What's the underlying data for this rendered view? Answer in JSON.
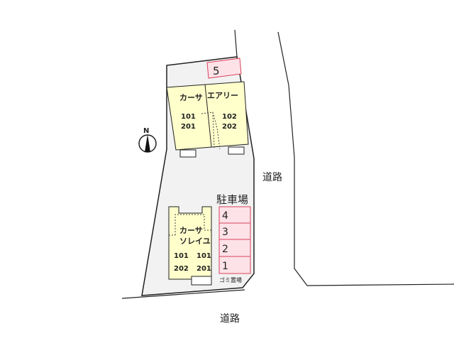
{
  "colors": {
    "lot_fill": "#f2f2f2",
    "building_fill": "#ffffcc",
    "parking_fill": "#fde2e8",
    "parking_stroke": "#d9435c",
    "line": "#222222"
  },
  "roads": {
    "east_label": "道路",
    "south_label": "道路"
  },
  "compass": {
    "label": "N"
  },
  "building_north": {
    "left_name": "カーサ",
    "right_name": "エアリー",
    "left_units": [
      "101",
      "201"
    ],
    "right_units": [
      "102",
      "202"
    ]
  },
  "building_south": {
    "name_line1": "カーサ",
    "name_line2": "ソレイユ",
    "units_left": [
      "101",
      "202"
    ],
    "units_right": [
      "101",
      "201"
    ]
  },
  "parking": {
    "title": "駐車場",
    "spaces": [
      "4",
      "3",
      "2",
      "1"
    ],
    "top_space": "5"
  },
  "garbage": {
    "label": "ゴミ置場"
  }
}
